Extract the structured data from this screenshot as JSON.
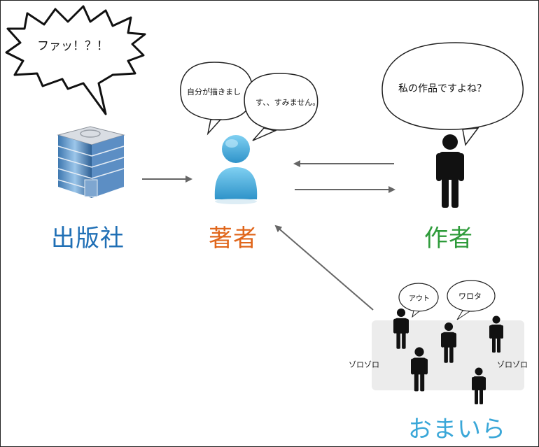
{
  "colors": {
    "publisher": "#1f6fb5",
    "author": "#e0661b",
    "creator": "#2e9b3a",
    "crowd": "#3aa7d8",
    "arrow": "#666666",
    "crowd_box": "#ececec"
  },
  "labels": {
    "publisher": "出版社",
    "author": "著者",
    "creator": "作者",
    "crowd": "おまいら"
  },
  "bubbles": {
    "publisher_shout": "ファッ！？！",
    "author_1": "自分が描きまし",
    "author_2": "す、、すみません。",
    "creator": "私の作品ですよね？",
    "crowd_1": "アウト",
    "crowd_2": "ワロタ"
  },
  "crowd_side": {
    "left": "ゾロゾロ",
    "right": "ゾロゾロ"
  },
  "icons": {
    "publisher": "office-building-icon",
    "author": "user-silhouette-icon",
    "creator": "person-silhouette-icon"
  }
}
